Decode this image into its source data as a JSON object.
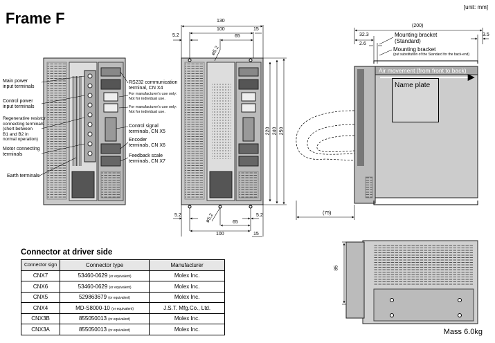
{
  "title": "Frame F",
  "unit": "[unit: mm]",
  "mass": "Mass 6.0kg",
  "left_labels": [
    {
      "id": "main-power",
      "lines": [
        "Main power",
        "input terminals"
      ]
    },
    {
      "id": "control-power",
      "lines": [
        "Control power",
        "input terminals"
      ]
    },
    {
      "id": "regen",
      "lines": [
        "Regenerative resistor",
        "connecting terminals",
        "(short between",
        "B1 and B2 in",
        "normal operation)"
      ]
    },
    {
      "id": "motor",
      "lines": [
        "Motor connecting",
        "terminals"
      ]
    },
    {
      "id": "earth",
      "lines": [
        "Earth terminals"
      ]
    }
  ],
  "right_labels": [
    {
      "id": "cn-x4",
      "lines": [
        "RS232 communication",
        "terminal, CN X4"
      ]
    },
    {
      "id": "mfr1",
      "lines": [
        "For manufacturer's use only:",
        "Not for individual use."
      ]
    },
    {
      "id": "mfr2",
      "lines": [
        "For manufacturer's use only:",
        "Not for individual use."
      ]
    },
    {
      "id": "cn-x5",
      "lines": [
        "Control signal",
        "terminals, CN X5"
      ]
    },
    {
      "id": "cn-x6",
      "lines": [
        "Encoder",
        "terminals, CN X6"
      ]
    },
    {
      "id": "cn-x7",
      "lines": [
        "Feedback scale",
        "terminals, CN X7"
      ]
    }
  ],
  "front_dims": {
    "w130": "130",
    "w100": "100",
    "w65": "65",
    "w15": "15",
    "w52": "5.2",
    "phi52": "ø5.2",
    "h220": "220",
    "h240": "240",
    "h250": "250",
    "b52": "5.2",
    "b_phi52": "ø5.2",
    "b52r": "5.2",
    "b65": "65",
    "b100": "100",
    "b15": "15"
  },
  "side_dims": {
    "w200": "(200)",
    "d323": "32.3",
    "d26": "2.6",
    "d35": "3.5",
    "d75": "(75)"
  },
  "side_labels": {
    "bracket_std": [
      "Mounting bracket",
      "(Standard)"
    ],
    "bracket_back_1": "Mounting bracket",
    "bracket_back_2": "(put substitution of the Standard for the back-end)",
    "airflow": "Air movement (from front to back)",
    "nameplate": "Name plate"
  },
  "bottom_dim": "85",
  "connector_section": {
    "title": "Connector at driver side",
    "headers": [
      "Connector sign",
      "Connector type",
      "Manufacturer"
    ],
    "rows": [
      {
        "sign": "CNX7",
        "type": "53460-0629",
        "eq": "(or equivalent)",
        "mfr": "Molex Inc."
      },
      {
        "sign": "CNX6",
        "type": "53460-0629",
        "eq": "(or equivalent)",
        "mfr": "Molex Inc."
      },
      {
        "sign": "CNX5",
        "type": "529863679",
        "eq": "(or equivalent)",
        "mfr": "Molex Inc."
      },
      {
        "sign": "CNX4",
        "type": "MD-S8000-10",
        "eq": "(or equivalent)",
        "mfr": "J.S.T. Mfg.Co., Ltd."
      },
      {
        "sign": "CNX3B",
        "type": "855050013",
        "eq": "(or equivalent)",
        "mfr": "Molex Inc."
      },
      {
        "sign": "CNX3A",
        "type": "855050013",
        "eq": "(or equivalent)",
        "mfr": "Molex Inc."
      }
    ]
  }
}
